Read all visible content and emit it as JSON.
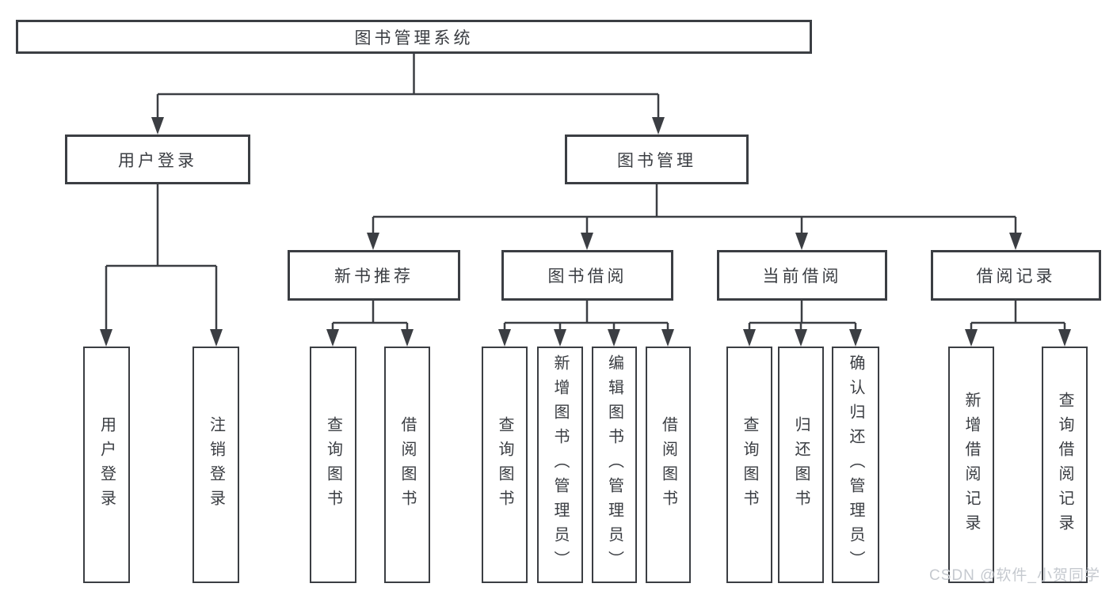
{
  "nodes": {
    "root": "图书管理系统",
    "user_login": "用户登录",
    "book_management": "图书管理",
    "new_book_recommend": "新书推荐",
    "book_borrow": "图书借阅",
    "current_borrow": "当前借阅",
    "borrow_record": "借阅记录",
    "leaf_user_login": "用户登录",
    "leaf_logout": "注销登录",
    "leaf_query_book_a": "查询图书",
    "leaf_borrow_book_a": "借阅图书",
    "leaf_query_book_b": "查询图书",
    "leaf_add_book": "新增图书（管理员）",
    "leaf_edit_book": "编辑图书（管理员）",
    "leaf_borrow_book_b": "借阅图书",
    "leaf_query_book_c": "查询图书",
    "leaf_return_book": "归还图书",
    "leaf_confirm_return": "确认归还（管理员）",
    "leaf_add_borrow_record": "新增借阅记录",
    "leaf_query_borrow_record": "查询借阅记录"
  },
  "watermark": "CSDN @软件_小贺同学",
  "colors": {
    "line": "#3b3e43",
    "text": "#3a3d42",
    "watermark": "#c5c9cf",
    "background": "#ffffff"
  }
}
